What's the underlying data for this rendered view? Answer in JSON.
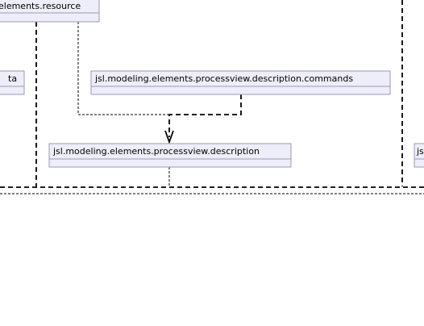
{
  "diagram": {
    "colors": {
      "node_fill": "#eeeefa",
      "node_border": "#9a9ab0",
      "edge": "#000000",
      "background": "#ffffff"
    },
    "nodes": {
      "resource": {
        "label": "elements.resource"
      },
      "data_fragment": {
        "label": "ta"
      },
      "commands": {
        "label": "jsl.modeling.elements.processview.description.commands"
      },
      "description": {
        "label": "jsl.modeling.elements.processview.description"
      },
      "right_fragment": {
        "label": "js"
      }
    }
  }
}
